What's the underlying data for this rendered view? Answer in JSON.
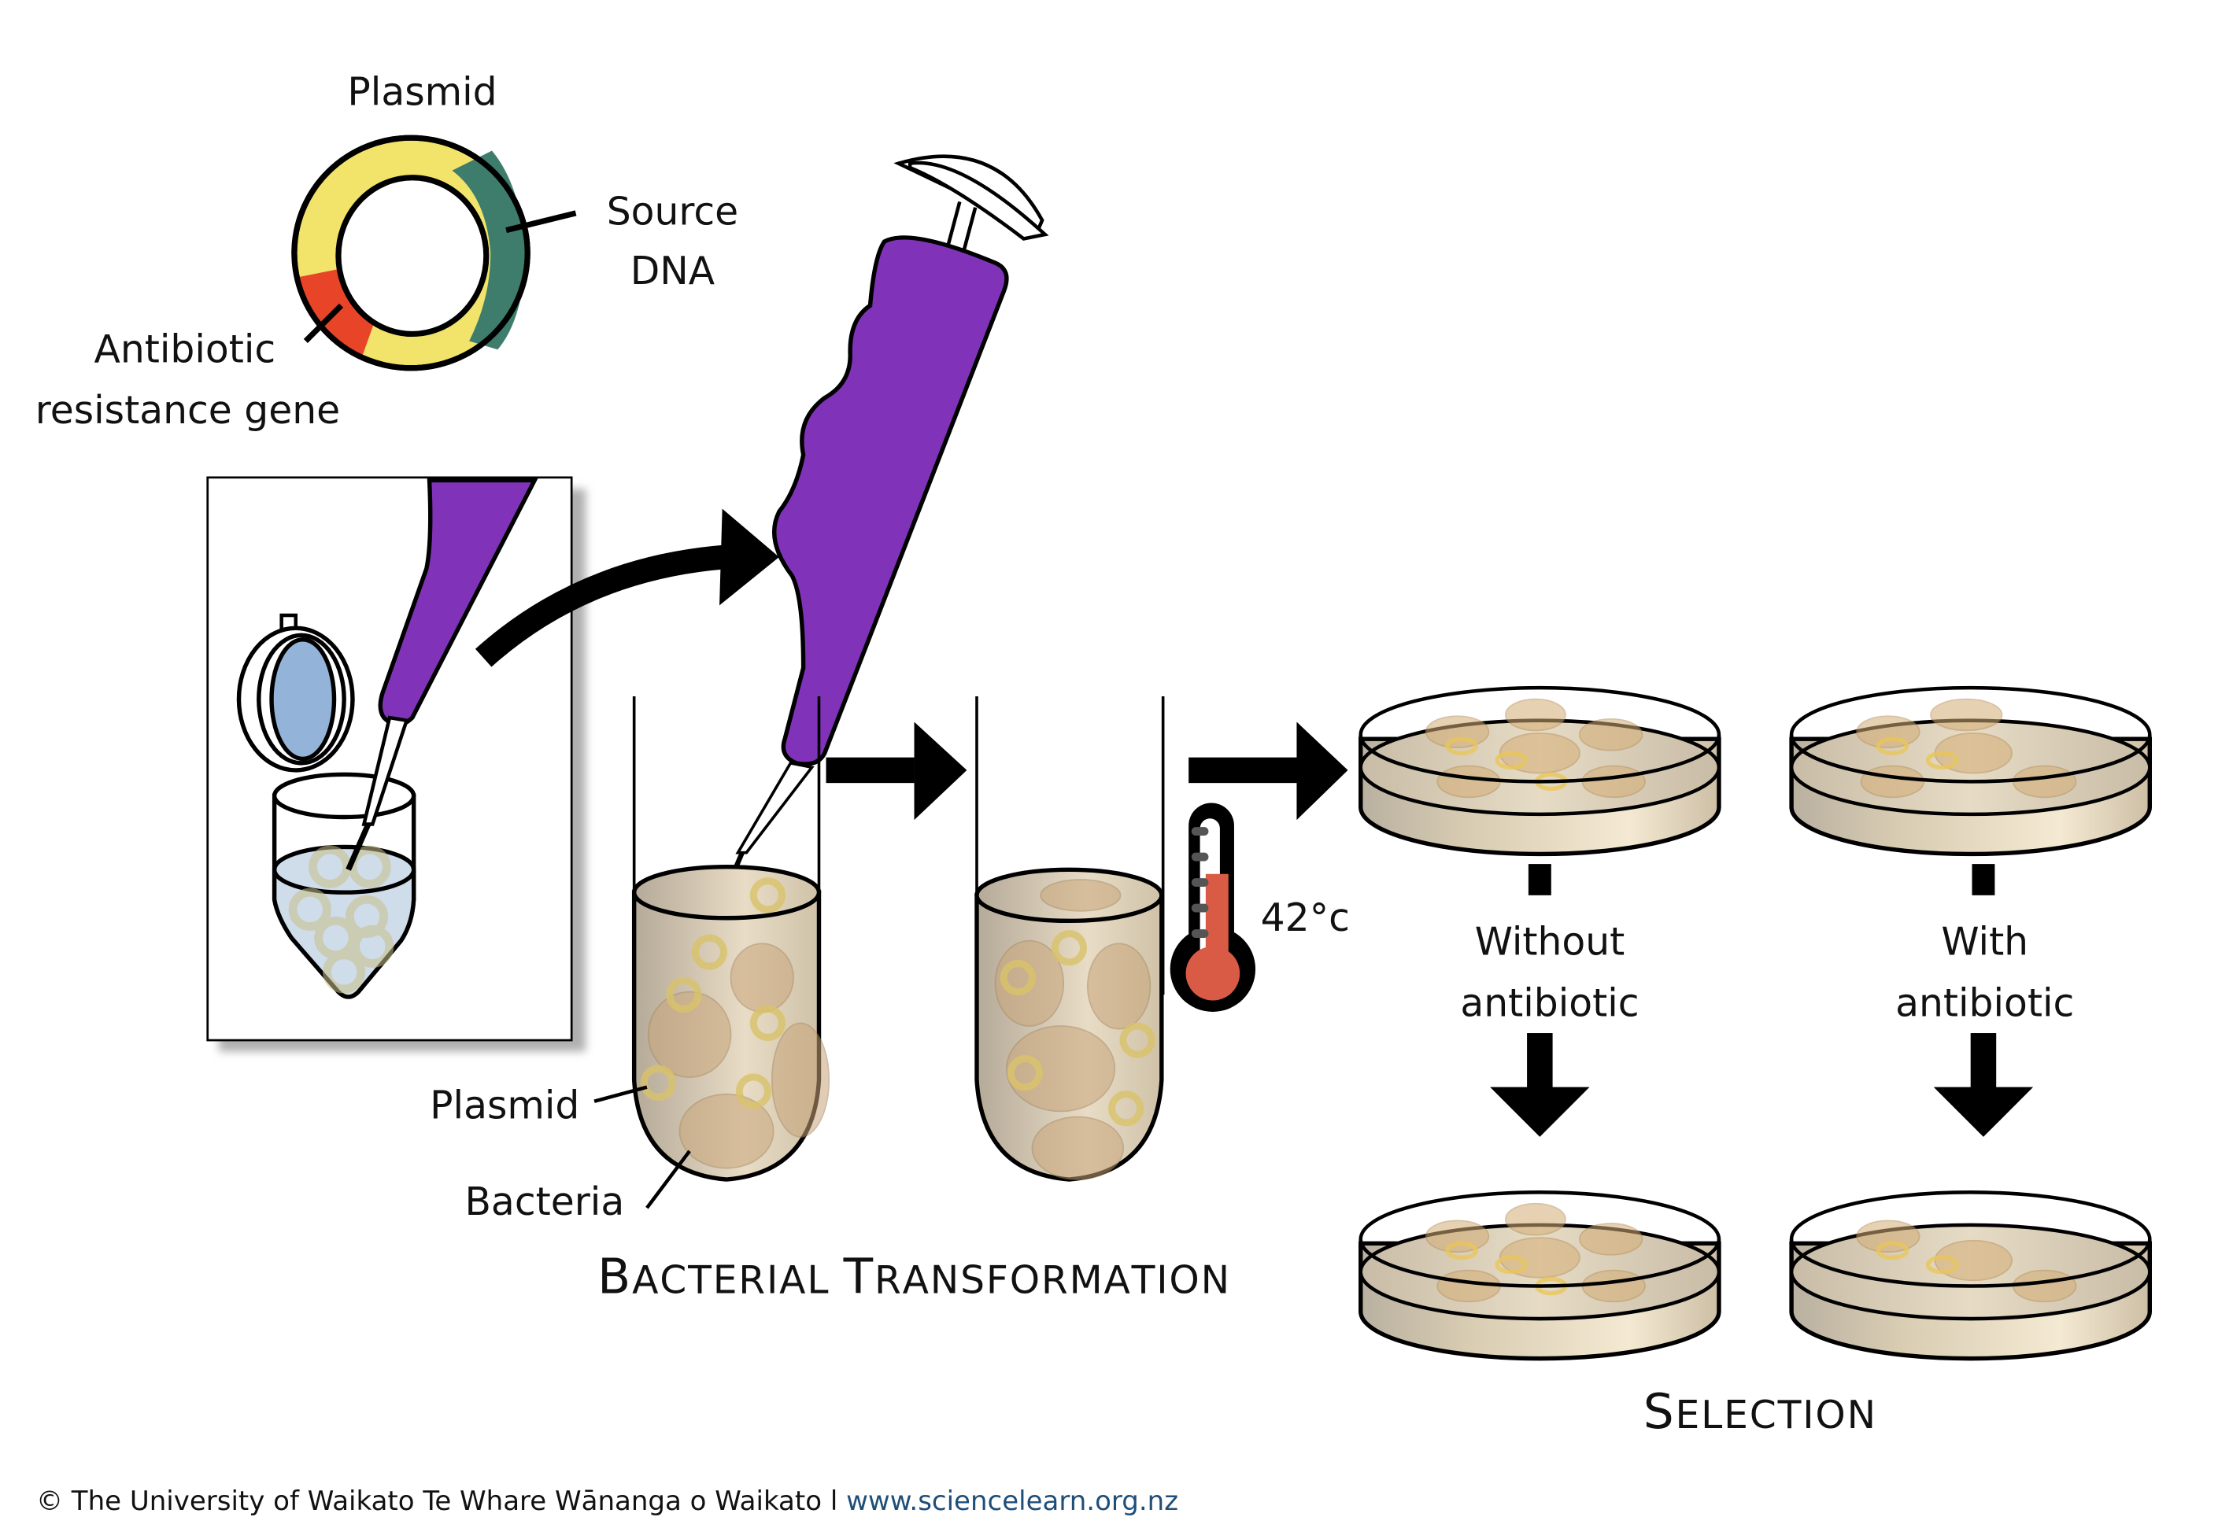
{
  "diagram": {
    "plasmid": {
      "title": "Plasmid",
      "source_dna_label_line1": "Source",
      "source_dna_label_line2": "DNA",
      "resistance_label_line1": "Antibiotic",
      "resistance_label_line2": "resistance gene",
      "colors": {
        "backbone": "#f2e36a",
        "source_dna": "#3e7d6c",
        "resistance_gene": "#e84428"
      }
    },
    "transformation": {
      "plasmid_label": "Plasmid",
      "bacteria_label": "Bacteria",
      "temperature_label": "42°c",
      "section_title": "Bacterial transformation",
      "pipette_color": "#8033b8"
    },
    "selection": {
      "without_label_line1": "Without",
      "without_label_line2": "antibiotic",
      "with_label_line1": "With",
      "with_label_line2": "antibiotic",
      "section_title": "Selection"
    }
  },
  "footer": {
    "copyright": "© The University of Waikato Te Whare Wānanga o Waikato l",
    "link_text": "www.sciencelearn.org.nz"
  }
}
